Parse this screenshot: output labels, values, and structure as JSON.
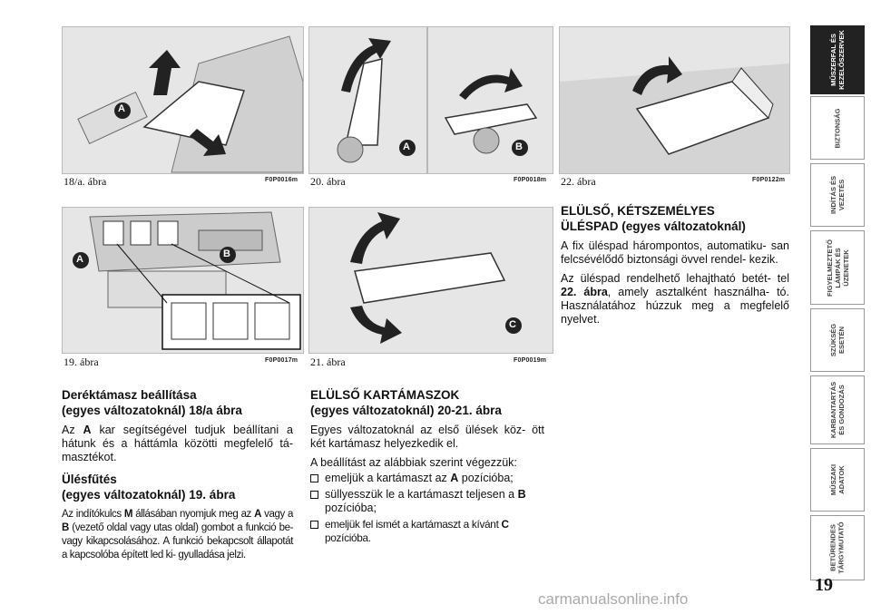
{
  "figures": {
    "f18a": {
      "caption": "18/a. ábra",
      "code": "F0P0016m",
      "labels": [
        "A"
      ]
    },
    "f20": {
      "caption": "20. ábra",
      "code": "F0P0018m",
      "labels": [
        "A",
        "B"
      ]
    },
    "f22": {
      "caption": "22. ábra",
      "code": "F0P0122m"
    },
    "f19": {
      "caption": "19. ábra",
      "code": "F0P0017m",
      "labels": [
        "A",
        "B"
      ]
    },
    "f21": {
      "caption": "21. ábra",
      "code": "F0P0019m",
      "labels": [
        "C"
      ]
    }
  },
  "col1": {
    "h1": "Deréktámasz beállítása",
    "h1b": "(egyes változatoknál) 18/a ábra",
    "p1_a": "Az",
    "p1_b": "A",
    "p1_c": "kar segítségével tudjuk beállítani a hátunk és a háttámla közötti megfelelő tá- masztékot.",
    "h2": "Ülésfűtés",
    "h2b": "(egyes változatoknál) 19. ábra",
    "p2_a": "Az indítókulcs",
    "p2_b": "M",
    "p2_c": "állásában nyomjuk meg az",
    "p2_d": "A",
    "p2_e": "vagy a",
    "p2_f": "B",
    "p2_g": "(vezető oldal vagy utas oldal) gombot a funkció be- vagy kikapcsolásához. A funkció bekapcsolt állapotát a kapcsolóba épített led ki- gyulladása jelzi."
  },
  "col2": {
    "h1": "ELÜLSŐ KARTÁMASZOK",
    "h1b": "(egyes változatoknál) 20-21. ábra",
    "p1": "Egyes változatoknál az első ülések köz- ött két kartámasz helyezkedik el.",
    "p2": "A beállítást az alábbiak szerint végezzük:",
    "li1_a": "emeljük a kartámaszt az",
    "li1_b": "A",
    "li1_c": "pozícióba;",
    "li2_a": "süllyesszük le a kartámaszt teljesen a",
    "li2_b": "B",
    "li2_c": "pozícióba;",
    "li3_a": "emeljük fel ismét a kartámaszt a kívánt",
    "li3_b": "C",
    "li3_c": "pozícióba."
  },
  "col3": {
    "h1": "ELÜLSŐ, KÉTSZEMÉLYES",
    "h1b": "ÜLÉSPAD",
    "h1c": "(egyes változatoknál)",
    "p1": "A fix ülés­pad hárompontos, automatiku- san felcsévélődő biztonsági övvel rendel- kezik.",
    "p2_a": "Az üléspad rendelhető lehajtható betét- tel",
    "p2_b": "22. ábra",
    "p2_c": ", amely asztalként használha- tó. Használatához húzzuk meg a megfelelő nyelvet."
  },
  "tabs": [
    {
      "label": "MŰSZERFAL ÉS\nKEZELŐSZERVEK",
      "active": true
    },
    {
      "label": "BIZTONSÁG",
      "active": false
    },
    {
      "label": "INDÍTÁS ÉS\nVEZETÉS",
      "active": false
    },
    {
      "label": "FIGYELMEZTETŐ\nLÁMPÁK ÉS\nÜZENETEK",
      "active": false
    },
    {
      "label": "SZÜKSÉG\nESETÉN",
      "active": false
    },
    {
      "label": "KARBANTARTÁS\nÉS GONDOZÁS",
      "active": false
    },
    {
      "label": "MŰSZAKI\nADATOK",
      "active": false
    },
    {
      "label": "BETŰRENDES\nTÁRGYMUTATÓ",
      "active": false
    }
  ],
  "page_number": "19",
  "watermark": "carmanualsonline.info"
}
